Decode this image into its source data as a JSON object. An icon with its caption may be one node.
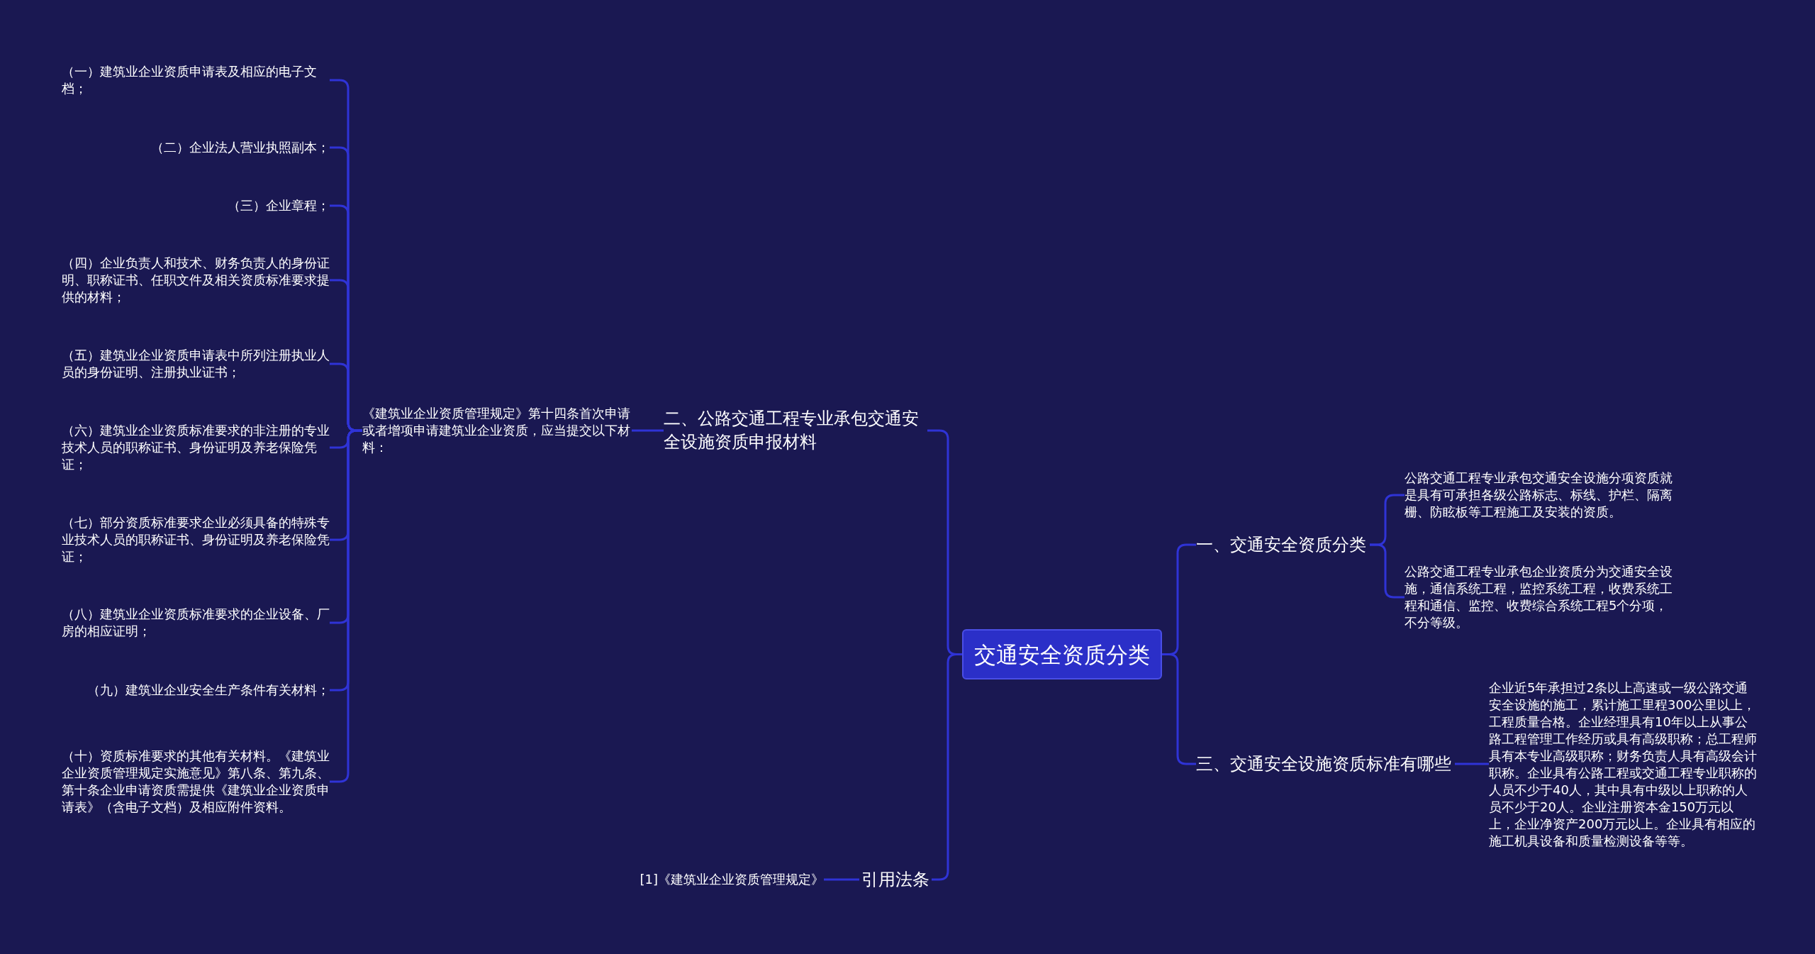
{
  "diagram": {
    "nodes": [
      {
        "text": [
          "交通安全资质分类"
        ]
      },
      {
        "text": [
          "二、公路交通工程专业承包交通安全设施资质申报材料"
        ]
      },
      {
        "text": [
          "《建筑业企业资质管理规定》第十四条首次申请或者增项申请建筑业企业资质，应当提交以下材料："
        ]
      },
      {
        "text": [
          "（一）建筑业企业资质申请表及相应的电子文档；"
        ]
      },
      {
        "text": [
          "（二）企业法人营业执照副本；"
        ]
      },
      {
        "text": [
          "（三）企业章程；"
        ]
      },
      {
        "text": [
          "（四）企业负责人和技术、财务负责人的身份证明、职称证书、任职文件及相关资质标准要求提供的材料；"
        ]
      },
      {
        "text": [
          "（五）建筑业企业资质申请表中所列注册执业人员的身份证明、注册执业证书；"
        ]
      },
      {
        "text": [
          "（六）建筑业企业资质标准要求的非注册的专业技术人员的职称证书、身份证明及养老保险凭证；"
        ]
      },
      {
        "text": [
          "（七）部分资质标准要求企业必须具备的特殊专业技术人员的职称证书、身份证明及养老保险凭证；"
        ]
      },
      {
        "text": [
          "（八）建筑业企业资质标准要求的企业设备、厂房的相应证明；"
        ]
      },
      {
        "text": [
          "（九）建筑业企业安全生产条件有关材料；"
        ]
      },
      {
        "text": [
          "（十）资质标准要求的其他有关材料。《建筑业企业资质管理规定实施意见》第八条、第九条、第十条企业申请资质需提供《建筑业企业资质申请表》（含电子文档）及相应附件资料。"
        ]
      },
      {
        "text": [
          "引用法条"
        ]
      },
      {
        "text": [
          "[1]《建筑业企业资质管理规定》"
        ]
      },
      {
        "text": [
          "一、交通安全资质分类"
        ]
      },
      {
        "text": [
          "公路交通工程专业承包交通安全设施分项资质就是具有可承担各级公路标志、标线、护栏、隔离栅、防眩板等工程施工及安装的资质。"
        ]
      },
      {
        "text": [
          "公路交通工程专业承包企业资质分为交通安全设施，通信系统工程，监控系统工程，收费系统工程和通信、监控、收费综合系统工程5个分项，不分等级。"
        ]
      },
      {
        "text": [
          "三、交通安全设施资质标准有哪些"
        ]
      },
      {
        "text": [
          "企业近5年承担过2条以上高速或一级公路交通安全设施的施工，累计施工里程300公里以上，工程质量合格。企业经理具有10年以上从事公路工程管理工作经历或具有高级职称；总工程师具有本专业高级职称；财务负责人具有高级会计职称。企业具有公路工程或交通工程专业职称的人员不少于40人，其中具有中级以上职称的人员不少于20人。企业注册资本金150万元以上，企业净资产200万元以上。企业具有相应的施工机具设备和质量检测设备等等。"
        ]
      }
    ],
    "edges": [
      {
        "from": 0,
        "to": 1,
        "arrow": "none"
      },
      {
        "from": 1,
        "to": 2,
        "arrow": "none"
      },
      {
        "from": 2,
        "to": 3,
        "arrow": "none"
      },
      {
        "from": 2,
        "to": 4,
        "arrow": "none"
      },
      {
        "from": 2,
        "to": 5,
        "arrow": "none"
      },
      {
        "from": 2,
        "to": 6,
        "arrow": "none"
      },
      {
        "from": 2,
        "to": 7,
        "arrow": "none"
      },
      {
        "from": 2,
        "to": 8,
        "arrow": "none"
      },
      {
        "from": 2,
        "to": 9,
        "arrow": "none"
      },
      {
        "from": 2,
        "to": 10,
        "arrow": "none"
      },
      {
        "from": 2,
        "to": 11,
        "arrow": "none"
      },
      {
        "from": 2,
        "to": 12,
        "arrow": "none"
      },
      {
        "from": 0,
        "to": 13,
        "arrow": "none"
      },
      {
        "from": 13,
        "to": 14,
        "arrow": "none"
      },
      {
        "from": 0,
        "to": 15,
        "arrow": "none"
      },
      {
        "from": 15,
        "to": 16,
        "arrow": "none"
      },
      {
        "from": 15,
        "to": 17,
        "arrow": "none"
      },
      {
        "from": 0,
        "to": 18,
        "arrow": "none"
      },
      {
        "from": 18,
        "to": 19,
        "arrow": "none"
      }
    ]
  }
}
